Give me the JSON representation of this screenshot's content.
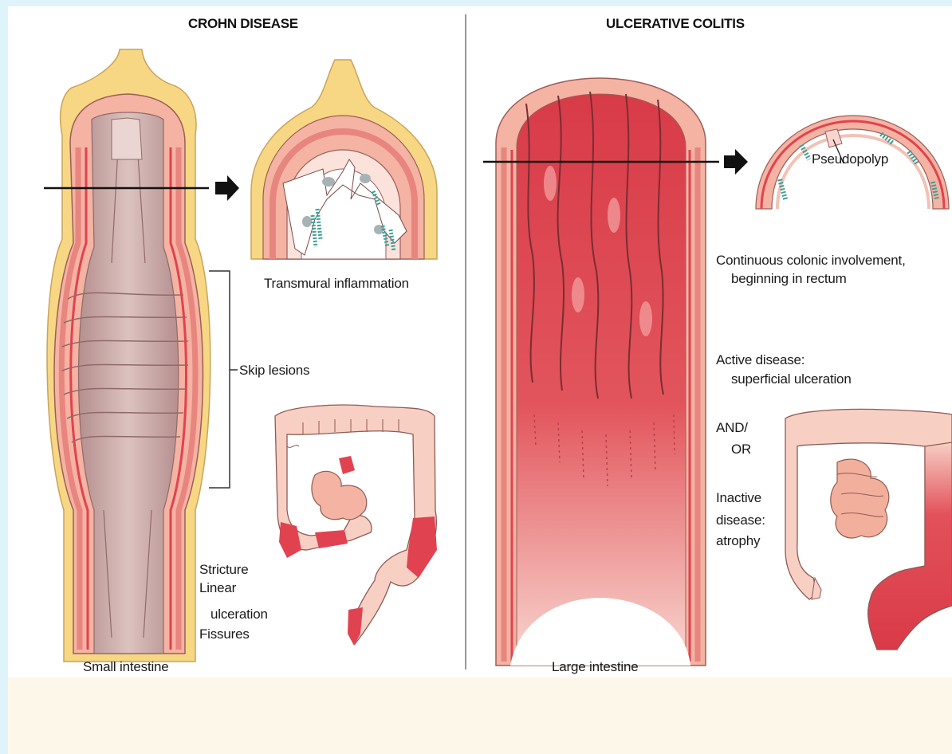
{
  "crohn": {
    "title": "CROHN DISEASE",
    "transmural": "Transmural inflammation",
    "skip_lesions": "Skip lesions",
    "stricture": "Stricture",
    "linear": "Linear",
    "ulceration": "ulceration",
    "fissures": "Fissures",
    "small_intestine": "Small intestine"
  },
  "uc": {
    "title": "ULCERATIVE COLITIS",
    "pseudopolyp": "Pseudopolyp",
    "continuous_1": "Continuous colonic involvement,",
    "continuous_2": "beginning in rectum",
    "active_1": "Active disease:",
    "active_2": "superficial ulceration",
    "and_1": "AND/",
    "and_2": "OR",
    "inactive_1": "Inactive",
    "inactive_2": "disease:",
    "inactive_3": "atrophy",
    "large_intestine": "Large intestine"
  },
  "colors": {
    "fat": "#f7d784",
    "wall": "#f4b3a3",
    "mucosa": "#e8857e",
    "inflamed": "#e0434f",
    "lumen": "#c9a8a6",
    "colon": "#f8cfc3"
  }
}
